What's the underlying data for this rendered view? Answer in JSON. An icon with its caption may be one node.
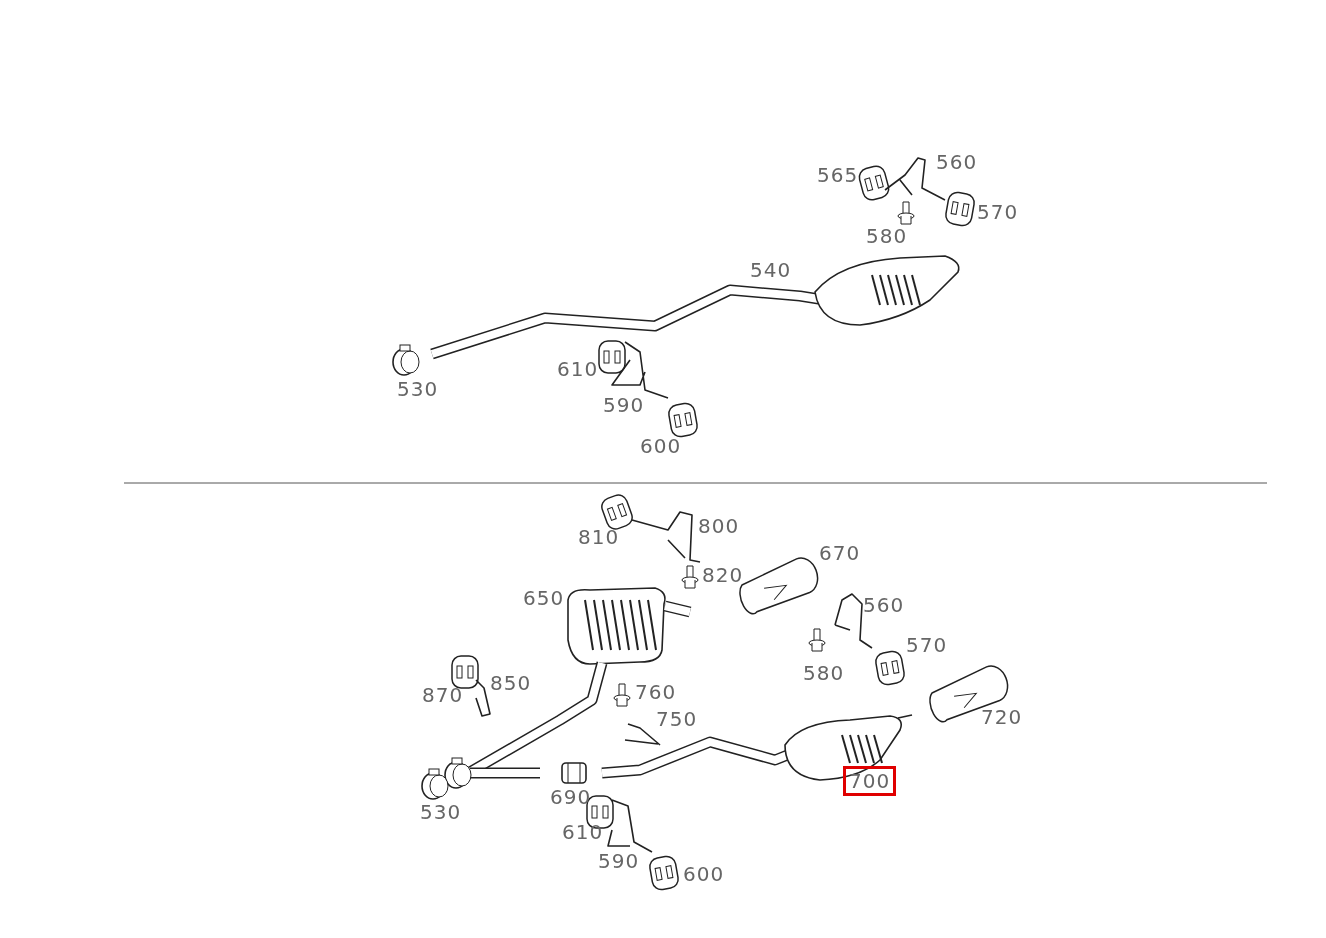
{
  "diagram": {
    "nodes": [
      {
        "text": [
          "700"
        ]
      }
    ],
    "labels": [
      "560",
      "565",
      "570",
      "580",
      "540",
      "610",
      "530",
      "590",
      "600",
      "800",
      "810",
      "670",
      "820",
      "650",
      "560",
      "570",
      "580",
      "850",
      "760",
      "870",
      "750",
      "720",
      "690",
      "530",
      "610",
      "590",
      "600"
    ]
  }
}
